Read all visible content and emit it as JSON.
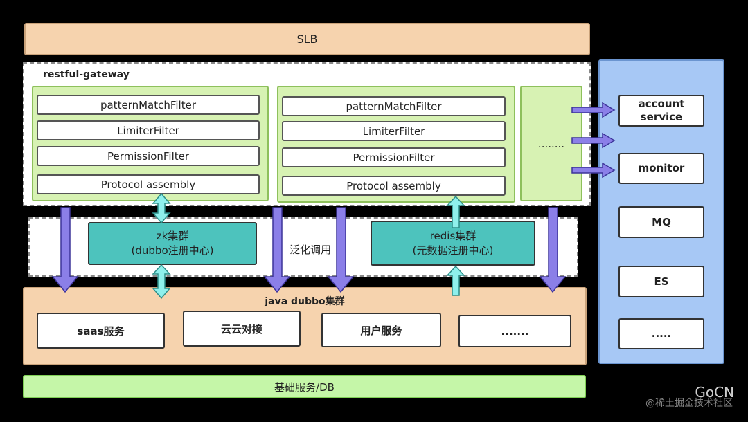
{
  "slb": {
    "label": "SLB"
  },
  "gateway": {
    "label": "restful-gateway",
    "groups": [
      {
        "filters": [
          "patternMatchFilter",
          "LimiterFilter",
          "PermissionFilter",
          "Protocol assembly"
        ]
      },
      {
        "filters": [
          "patternMatchFilter",
          "LimiterFilter",
          "PermissionFilter",
          "Protocol assembly"
        ]
      }
    ],
    "more_label": "........"
  },
  "middle": {
    "zk": {
      "line1": "zk集群",
      "line2": "(dubbo注册中心)"
    },
    "generic_call": "泛化调用",
    "redis": {
      "line1": "redis集群",
      "line2": "(元数据注册中心)"
    }
  },
  "java_cluster": {
    "label": "java dubbo集群",
    "services": [
      "saas服务",
      "云云对接",
      "用户服务",
      "......."
    ]
  },
  "base": {
    "label": "基础服务/DB"
  },
  "right_panel": {
    "items": [
      "account service",
      "monitor",
      "MQ",
      "ES",
      "....."
    ]
  },
  "watermark": {
    "brand": "GoCN",
    "source": "@稀土掘金技术社区"
  },
  "colors": {
    "slb": "#f6d3ae",
    "filter_group": "#d7f2b3",
    "cluster": "#4dc3bd",
    "right_panel": "#a7c8f5",
    "base": "#c5f6a8",
    "arrow": "#8b7fe8",
    "bidir_arrow": "#8ff0ec"
  }
}
